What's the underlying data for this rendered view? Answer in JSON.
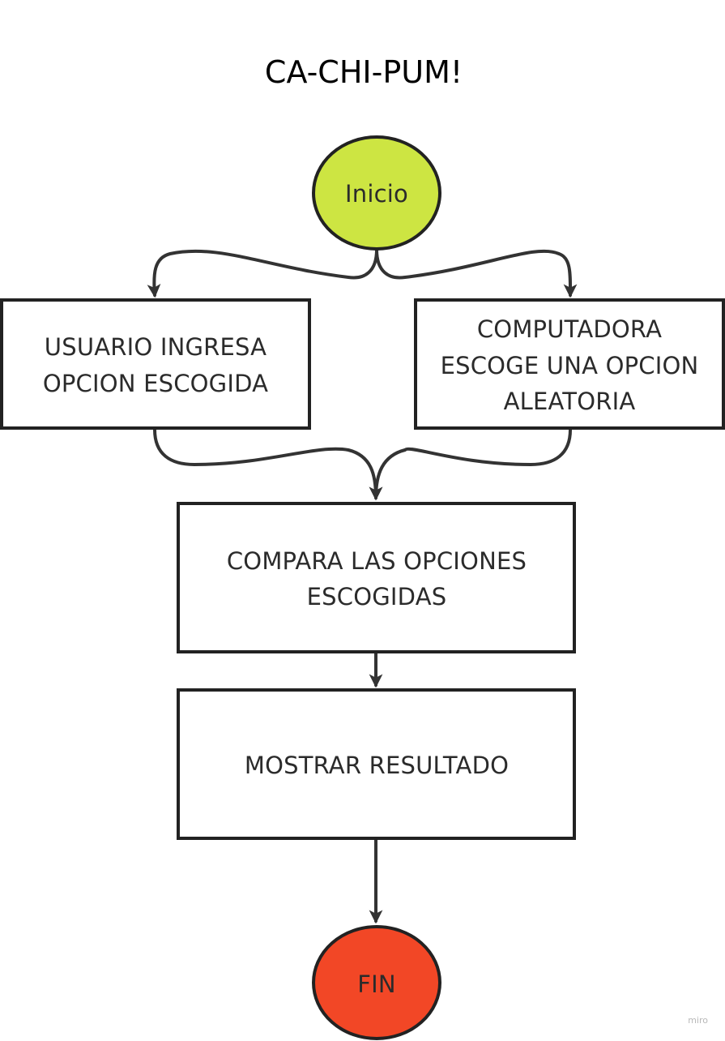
{
  "diagram": {
    "title": "CA-CHI-PUM!",
    "colors": {
      "start_fill": "#cde542",
      "end_fill": "#f24726",
      "stroke": "#222222",
      "connector": "#333333"
    },
    "nodes": {
      "start": {
        "shape": "circle",
        "label": "Inicio"
      },
      "user_input": {
        "shape": "rectangle",
        "lines": [
          "USUARIO INGRESA",
          "OPCION ESCOGIDA"
        ]
      },
      "computer_choice": {
        "shape": "rectangle",
        "lines": [
          "COMPUTADORA",
          "ESCOGE UNA OPCION",
          "ALEATORIA"
        ]
      },
      "compare": {
        "shape": "rectangle",
        "lines": [
          "COMPARA LAS OPCIONES",
          "ESCOGIDAS"
        ]
      },
      "show_result": {
        "shape": "rectangle",
        "lines": [
          "MOSTRAR RESULTADO"
        ]
      },
      "end": {
        "shape": "circle",
        "label": "FIN"
      }
    },
    "edges": [
      {
        "from": "start",
        "to": "user_input"
      },
      {
        "from": "start",
        "to": "computer_choice"
      },
      {
        "from": "user_input",
        "to": "compare"
      },
      {
        "from": "computer_choice",
        "to": "compare"
      },
      {
        "from": "compare",
        "to": "show_result"
      },
      {
        "from": "show_result",
        "to": "end"
      }
    ],
    "watermark": "miro"
  }
}
